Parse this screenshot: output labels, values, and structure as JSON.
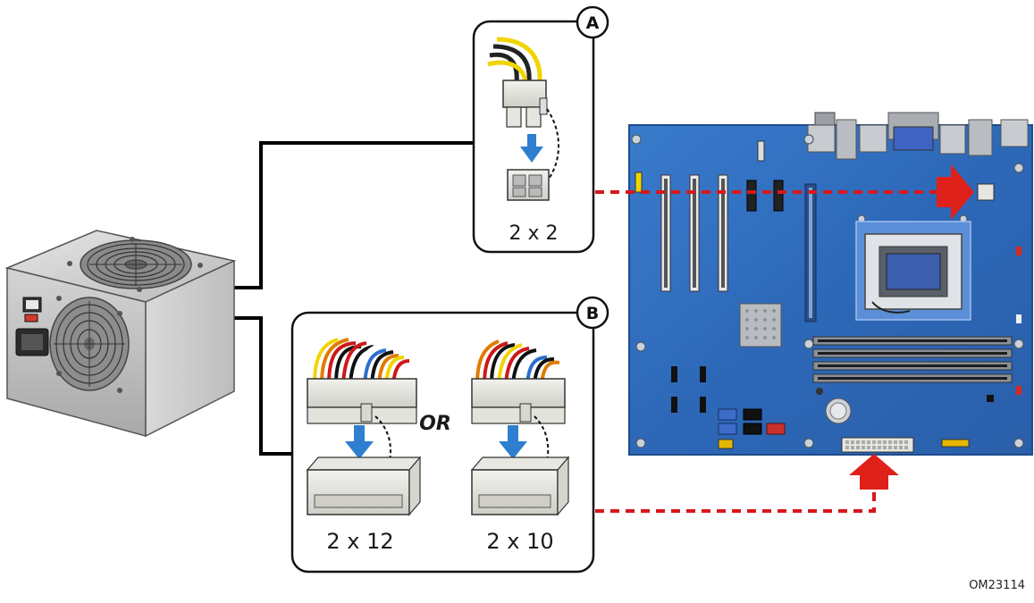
{
  "callout_a": {
    "letter": "A",
    "label": "2 x 2"
  },
  "callout_b": {
    "letter": "B",
    "left_label": "2 x 12",
    "or_label": "OR",
    "right_label": "2 x 10"
  },
  "figure_code": "OM23114",
  "colors": {
    "board": "#2f6fbf",
    "board_dark": "#1f4f96",
    "arrow_red": "#e0201b",
    "dash_red": "#d8181a",
    "insert_arrow_blue": "#2e7fd0",
    "cable_line": "#000000"
  },
  "icons": [
    "power-supply-icon",
    "motherboard-icon",
    "connector-2x2-icon",
    "connector-2x12-icon",
    "connector-2x10-icon"
  ]
}
